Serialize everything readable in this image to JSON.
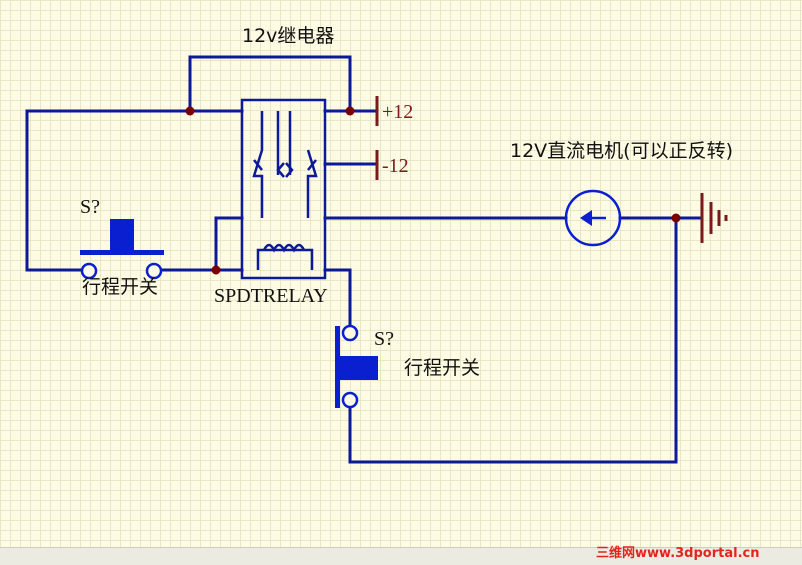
{
  "labels": {
    "relay_title": "12v继电器",
    "plus12": "+12",
    "minus12": "-12",
    "motor_title": "12V直流电机(可以正反转)",
    "switch1_ref": "S?",
    "switch1_name": "行程开关",
    "relay_name": "SPDTRELAY",
    "switch2_ref": "S?",
    "switch2_name": "行程开关",
    "watermark": "三维网www.3dportal.cn"
  },
  "colors": {
    "wire": "#0c1a9a",
    "junction": "#7a0000",
    "power_port": "#7a1a1a",
    "ground": "#7a1a1a",
    "motor": "#0a1fd0",
    "switch_body": "#0a1fd0",
    "watermark": "#e0261d"
  }
}
